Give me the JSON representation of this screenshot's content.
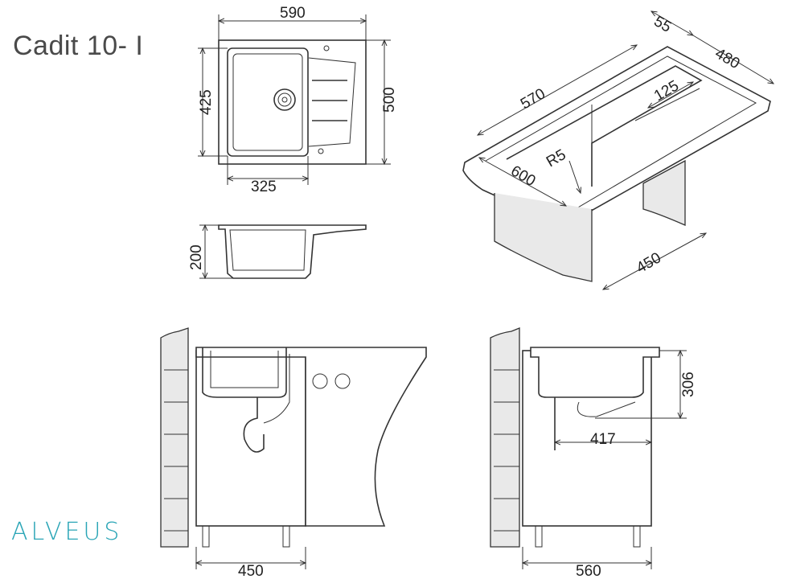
{
  "title": "Cadit 10- I",
  "brand": "ALVEUS",
  "dimensions": {
    "top_width": "590",
    "top_height": "500",
    "bowl_height": "425",
    "bowl_width": "325",
    "depth": "200",
    "iso_55": "55",
    "iso_480": "480",
    "iso_570": "570",
    "iso_125": "125",
    "iso_r5": "R5",
    "iso_600": "600",
    "iso_450": "450",
    "cab_front_width": "450",
    "cab_side_height": "306",
    "cab_side_drain": "417",
    "cab_side_width": "560"
  },
  "colors": {
    "brand": "#2aa5b6",
    "line": "#333333"
  }
}
